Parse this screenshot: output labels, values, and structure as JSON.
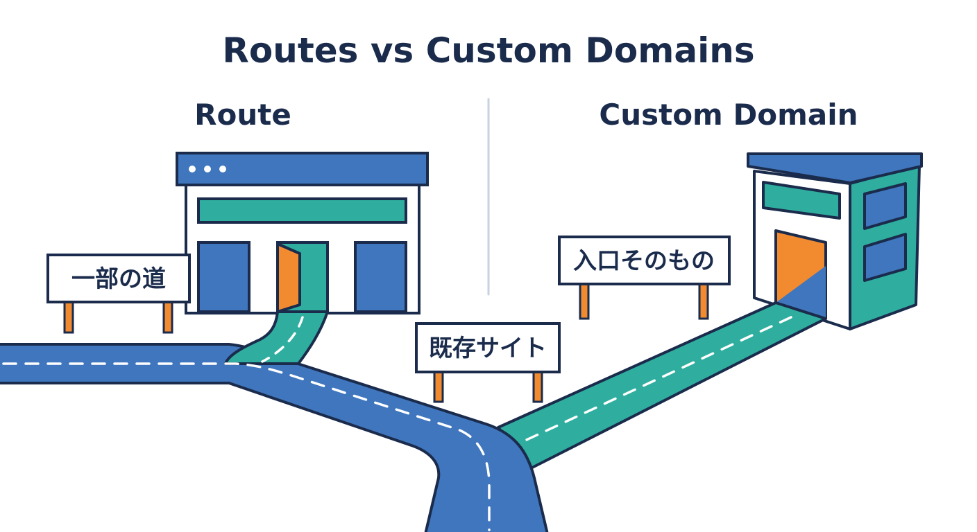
{
  "title": "Routes vs Custom Domains",
  "left": {
    "heading": "Route",
    "sign_label": "一部の道"
  },
  "middle": {
    "sign_label": "既存サイト"
  },
  "right": {
    "heading": "Custom Domain",
    "sign_label": "入口そのもの"
  },
  "colors": {
    "navy": "#1a2b4c",
    "road_blue": "#3f76bd",
    "road_teal": "#2fae9f",
    "door_orange": "#f28a30",
    "divider": "#c8d2e0"
  },
  "icons": [
    "storefront-icon",
    "building-icon",
    "road-icon",
    "signpost-icon",
    "door-icon"
  ]
}
